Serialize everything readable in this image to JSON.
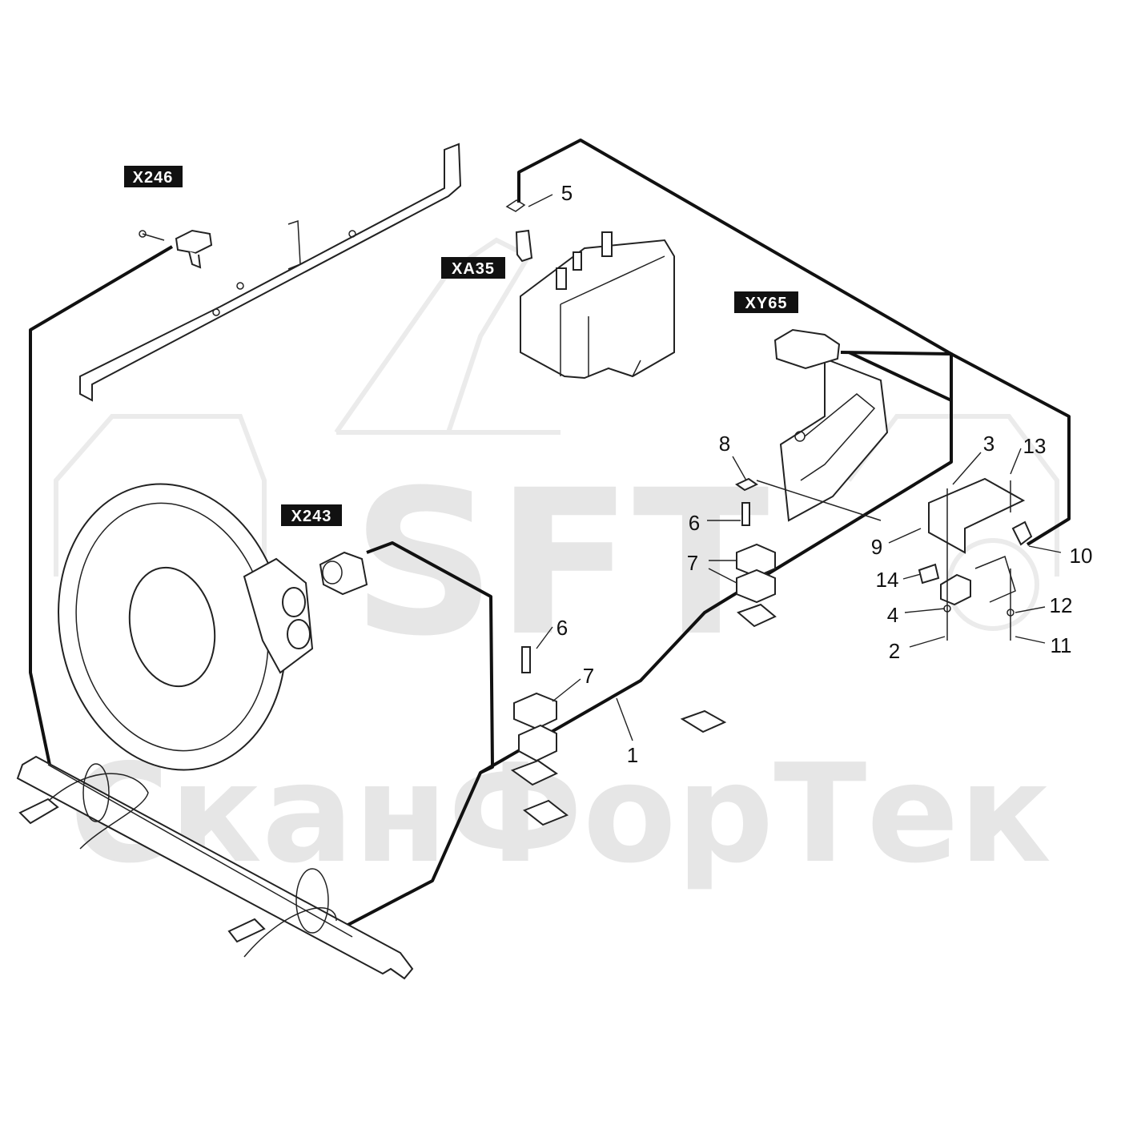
{
  "watermark": {
    "logo": "SFT",
    "text": "СканФорТек"
  },
  "connectors": [
    {
      "id": "x246",
      "label": "X246"
    },
    {
      "id": "xa35",
      "label": "XA35"
    },
    {
      "id": "xy65",
      "label": "XY65"
    },
    {
      "id": "x243",
      "label": "X243"
    }
  ],
  "callouts": [
    {
      "id": "c1",
      "label": "1"
    },
    {
      "id": "c2",
      "label": "2"
    },
    {
      "id": "c3",
      "label": "3"
    },
    {
      "id": "c4",
      "label": "4"
    },
    {
      "id": "c5",
      "label": "5"
    },
    {
      "id": "c6a",
      "label": "6"
    },
    {
      "id": "c6b",
      "label": "6"
    },
    {
      "id": "c7a",
      "label": "7"
    },
    {
      "id": "c7b",
      "label": "7"
    },
    {
      "id": "c8",
      "label": "8"
    },
    {
      "id": "c9",
      "label": "9"
    },
    {
      "id": "c10",
      "label": "10"
    },
    {
      "id": "c11",
      "label": "11"
    },
    {
      "id": "c12",
      "label": "12"
    },
    {
      "id": "c13",
      "label": "13"
    },
    {
      "id": "c14",
      "label": "14"
    }
  ],
  "colors": {
    "line": "#111111",
    "tag_background": "#111111",
    "tag_text": "#ffffff",
    "watermark": "#e6e6e6"
  }
}
